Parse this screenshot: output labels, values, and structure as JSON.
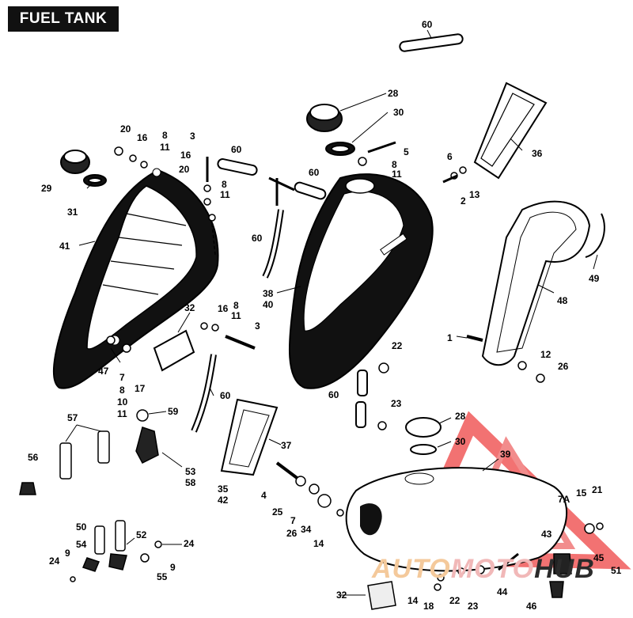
{
  "title": "FUEL TANK",
  "watermark": {
    "part1": "AUTO",
    "part2": "MOTO",
    "part3": "HUB"
  },
  "callouts": [
    {
      "id": "c60a",
      "label": "60"
    },
    {
      "id": "c28a",
      "label": "28"
    },
    {
      "id": "c30a",
      "label": "30"
    },
    {
      "id": "c5",
      "label": "5"
    },
    {
      "id": "c8a",
      "label": "8"
    },
    {
      "id": "c11a",
      "label": "11"
    },
    {
      "id": "c36",
      "label": "36"
    },
    {
      "id": "c6",
      "label": "6"
    },
    {
      "id": "c13",
      "label": "13"
    },
    {
      "id": "c2",
      "label": "2"
    },
    {
      "id": "c20a",
      "label": "20"
    },
    {
      "id": "c16a",
      "label": "16"
    },
    {
      "id": "c8b",
      "label": "8"
    },
    {
      "id": "c11b",
      "label": "11"
    },
    {
      "id": "c3a",
      "label": "3"
    },
    {
      "id": "c16b",
      "label": "16"
    },
    {
      "id": "c20b",
      "label": "20"
    },
    {
      "id": "c8c",
      "label": "8"
    },
    {
      "id": "c11c",
      "label": "11"
    },
    {
      "id": "c60b",
      "label": "60"
    },
    {
      "id": "c60c",
      "label": "60"
    },
    {
      "id": "c29",
      "label": "29"
    },
    {
      "id": "c31",
      "label": "31"
    },
    {
      "id": "c41",
      "label": "41"
    },
    {
      "id": "c60d",
      "label": "60"
    },
    {
      "id": "c38",
      "label": "38"
    },
    {
      "id": "c40",
      "label": "40"
    },
    {
      "id": "c49",
      "label": "49"
    },
    {
      "id": "c48",
      "label": "48"
    },
    {
      "id": "c32a",
      "label": "32"
    },
    {
      "id": "c16c",
      "label": "16"
    },
    {
      "id": "c8d",
      "label": "8"
    },
    {
      "id": "c11d",
      "label": "11"
    },
    {
      "id": "c3b",
      "label": "3"
    },
    {
      "id": "c1",
      "label": "1"
    },
    {
      "id": "c12",
      "label": "12"
    },
    {
      "id": "c26a",
      "label": "26"
    },
    {
      "id": "c22a",
      "label": "22"
    },
    {
      "id": "c47",
      "label": "47"
    },
    {
      "id": "c7a",
      "label": "7"
    },
    {
      "id": "c8e",
      "label": "8"
    },
    {
      "id": "c10",
      "label": "10"
    },
    {
      "id": "c11e",
      "label": "11"
    },
    {
      "id": "c17",
      "label": "17"
    },
    {
      "id": "c60e",
      "label": "60"
    },
    {
      "id": "c60f",
      "label": "60"
    },
    {
      "id": "c23a",
      "label": "23"
    },
    {
      "id": "c57",
      "label": "57"
    },
    {
      "id": "c59",
      "label": "59"
    },
    {
      "id": "c37",
      "label": "37"
    },
    {
      "id": "c28b",
      "label": "28"
    },
    {
      "id": "c30b",
      "label": "30"
    },
    {
      "id": "c56",
      "label": "56"
    },
    {
      "id": "c53",
      "label": "53"
    },
    {
      "id": "c58",
      "label": "58"
    },
    {
      "id": "c35",
      "label": "35"
    },
    {
      "id": "c42",
      "label": "42"
    },
    {
      "id": "c39",
      "label": "39"
    },
    {
      "id": "c4",
      "label": "4"
    },
    {
      "id": "c25",
      "label": "25"
    },
    {
      "id": "c7b",
      "label": "7"
    },
    {
      "id": "c26b",
      "label": "26"
    },
    {
      "id": "c34",
      "label": "34"
    },
    {
      "id": "c14a",
      "label": "14"
    },
    {
      "id": "c7A",
      "label": "7A"
    },
    {
      "id": "c15",
      "label": "15"
    },
    {
      "id": "c21",
      "label": "21"
    },
    {
      "id": "c43",
      "label": "43"
    },
    {
      "id": "c50",
      "label": "50"
    },
    {
      "id": "c54",
      "label": "54"
    },
    {
      "id": "c52",
      "label": "52"
    },
    {
      "id": "c24a",
      "label": "24"
    },
    {
      "id": "c9a",
      "label": "9"
    },
    {
      "id": "c24b",
      "label": "24"
    },
    {
      "id": "c9b",
      "label": "9"
    },
    {
      "id": "c55",
      "label": "55"
    },
    {
      "id": "c45",
      "label": "45"
    },
    {
      "id": "c51",
      "label": "51"
    },
    {
      "id": "c32b",
      "label": "32"
    },
    {
      "id": "c14b",
      "label": "14"
    },
    {
      "id": "c18",
      "label": "18"
    },
    {
      "id": "c22b",
      "label": "22"
    },
    {
      "id": "c23b",
      "label": "23"
    },
    {
      "id": "c44",
      "label": "44"
    },
    {
      "id": "c46",
      "label": "46"
    }
  ]
}
